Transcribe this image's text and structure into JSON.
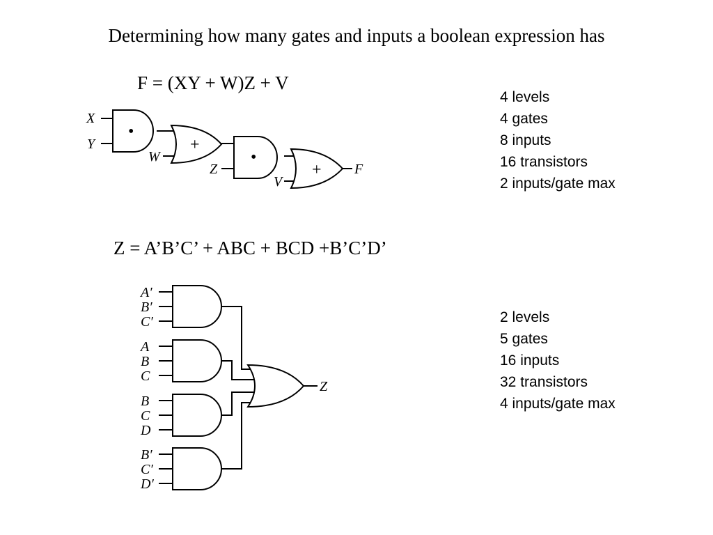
{
  "title": "Determining how many gates and inputs a boolean expression has",
  "example1": {
    "expression": "F = (XY + W)Z + V",
    "inputs": {
      "x": "X",
      "y": "Y",
      "w": "W",
      "z": "Z",
      "v": "V"
    },
    "output": "F",
    "and_symbol": "•",
    "or_symbol": "+",
    "stats": [
      "4 levels",
      "4 gates",
      "8 inputs",
      "16 transistors",
      "2 inputs/gate max"
    ]
  },
  "example2": {
    "expression": "Z = A’B’C’ + ABC + BCD +B’C’D’",
    "gate1_inputs": [
      "A′",
      "B′",
      "C′"
    ],
    "gate2_inputs": [
      "A",
      "B",
      "C"
    ],
    "gate3_inputs": [
      "B",
      "C",
      "D"
    ],
    "gate4_inputs": [
      "B′",
      "C′",
      "D′"
    ],
    "output": "Z",
    "stats": [
      "2 levels",
      "5 gates",
      "16 inputs",
      "32 transistors",
      "4 inputs/gate max"
    ]
  }
}
